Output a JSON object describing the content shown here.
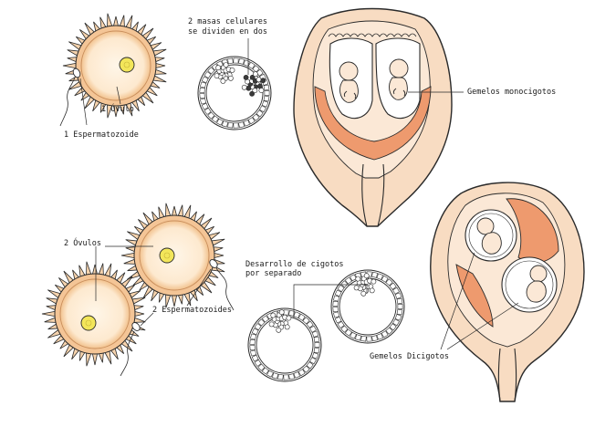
{
  "labels": {
    "egg_single": "1 Óvulo",
    "sperm_single": "1 Espermatozoide",
    "two_masses_line1": "2 masas celulares",
    "two_masses_line2": "se dividen en dos",
    "mono_twins": "Gemelos monocigotos",
    "eggs_two": "2 Óvulos",
    "sperm_two": "2 Espermatozoides",
    "separate_line1": "Desarrollo de cigotos",
    "separate_line2": "por separado",
    "di_twins": "Gemelos Dicigotos"
  },
  "colors": {
    "outline": "#2a2a2a",
    "egg_fill": "#fde9cf",
    "egg_ring": "#e8b27a",
    "nucleus": "#f3e65a",
    "uterus_fill": "#f8dcc2",
    "uterus_inner": "#fbe8d6",
    "placenta": "#ee9a6e",
    "cell_fill": "#ffffff"
  }
}
